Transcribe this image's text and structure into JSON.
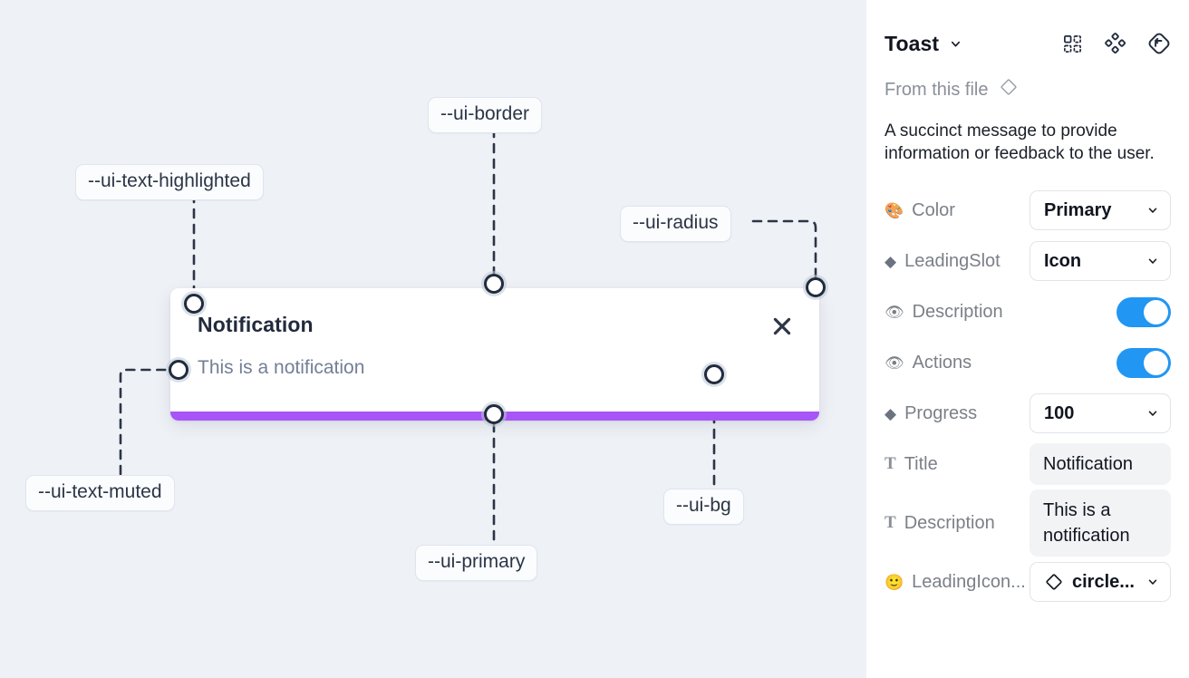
{
  "canvas": {
    "background_color": "#eef1f6",
    "toast": {
      "title": "Notification",
      "description": "This is a notification",
      "close_icon": "close-x-icon",
      "progress_color": "#a855f7",
      "background_color": "#ffffff"
    },
    "tokens": [
      {
        "id": "ui-text-highlighted",
        "label": "--ui-text-highlighted"
      },
      {
        "id": "ui-border",
        "label": "--ui-border"
      },
      {
        "id": "ui-radius",
        "label": "--ui-radius"
      },
      {
        "id": "ui-text-muted",
        "label": "--ui-text-muted"
      },
      {
        "id": "ui-primary",
        "label": "--ui-primary"
      },
      {
        "id": "ui-bg",
        "label": "--ui-bg"
      }
    ]
  },
  "panel": {
    "title": "Toast",
    "title_caret_icon": "chevron-down-icon",
    "header_icons": [
      {
        "id": "component-grid",
        "name": "component-grid-icon"
      },
      {
        "id": "variants",
        "name": "variants-diamond-icon"
      },
      {
        "id": "reset",
        "name": "reset-rotate-icon"
      }
    ],
    "source_label": "From this file",
    "source_icon": "diamond-icon",
    "description": "A succinct message to provide information or feedback to the user.",
    "accent_blue": "#2196f3",
    "properties": [
      {
        "id": "color",
        "label": "Color",
        "icon": "palette-emoji",
        "emoji": "🎨",
        "control": "select",
        "value": "Primary"
      },
      {
        "id": "leading-slot",
        "label": "LeadingSlot",
        "icon": "diamond-emoji",
        "emoji": "◆",
        "control": "select",
        "value": "Icon"
      },
      {
        "id": "description-visible",
        "label": "Description",
        "icon": "eye-emoji",
        "emoji": "👁",
        "control": "toggle",
        "value": "on"
      },
      {
        "id": "actions-visible",
        "label": "Actions",
        "icon": "eye-emoji",
        "emoji": "👁",
        "control": "toggle",
        "value": "on"
      },
      {
        "id": "progress",
        "label": "Progress",
        "icon": "diamond-emoji",
        "emoji": "◆",
        "control": "select",
        "value": "100"
      },
      {
        "id": "title",
        "label": "Title",
        "icon": "text-glyph",
        "emoji": "T",
        "control": "text",
        "value": "Notification"
      },
      {
        "id": "description-text",
        "label": "Description",
        "icon": "text-glyph",
        "emoji": "T",
        "control": "text",
        "value": "This is a notification"
      },
      {
        "id": "leading-icon",
        "label": "LeadingIcon...",
        "icon": "smiley-emoji",
        "emoji": "🙂",
        "control": "icon-select",
        "value": "circle..."
      }
    ]
  }
}
